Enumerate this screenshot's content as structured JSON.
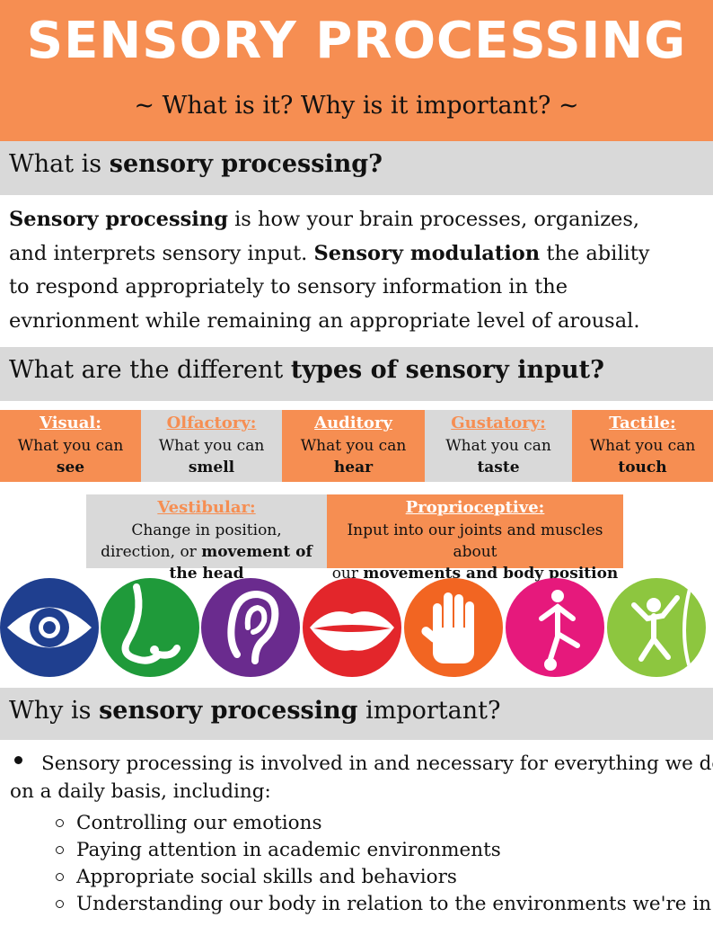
{
  "header": {
    "title": "SENSORY PROCESSING",
    "subtitle": "~ What is it? Why is it important? ~"
  },
  "section1": {
    "heading_plain": "What is ",
    "heading_bold": "sensory processing?"
  },
  "definition": {
    "line1_bold": "Sensory processing",
    "line1_rest": " is how your brain processes, organizes,",
    "line2_plain": "and interprets sensory input. ",
    "line2_bold": "Sensory modulation",
    "line2_rest": " the ability",
    "line3": "to respond appropriately to sensory information in the",
    "line4": "evnrionment while remaining an appropriate level of arousal."
  },
  "section2": {
    "heading_plain": "What are the different ",
    "heading_bold": "types of sensory input?"
  },
  "types": [
    {
      "title": "Visual:",
      "desc": "What you can",
      "strong": "see"
    },
    {
      "title": "Olfactory:",
      "desc": "What you can",
      "strong": "smell"
    },
    {
      "title": "Auditory",
      "desc": "What you can",
      "strong": "hear"
    },
    {
      "title": "Gustatory:",
      "desc": "What you can",
      "strong": "taste"
    },
    {
      "title": "Tactile:",
      "desc": "What you can",
      "strong": "touch"
    }
  ],
  "vestibular": {
    "title": "Vestibular:",
    "line1": "Change in position,",
    "line2_plain": "direction, or ",
    "line2_bold": "movement of",
    "line3_bold": "the head"
  },
  "proprioceptive": {
    "title": "Proprioceptive:",
    "line1": "Input into our joints and muscles about",
    "line2_plain": "our ",
    "line2_bold": "movements and body position"
  },
  "icons": [
    {
      "name": "eye-icon",
      "color": "#1f3f8f"
    },
    {
      "name": "nose-icon",
      "color": "#1f9a3a"
    },
    {
      "name": "ear-icon",
      "color": "#6a2b8e"
    },
    {
      "name": "lips-icon",
      "color": "#e3262b"
    },
    {
      "name": "hand-icon",
      "color": "#f26522"
    },
    {
      "name": "balance-figure-icon",
      "color": "#e6197c"
    },
    {
      "name": "climber-icon",
      "color": "#8dc63f"
    }
  ],
  "section3": {
    "heading_plain1": "Why is ",
    "heading_bold": "sensory processing",
    "heading_plain2": " important?"
  },
  "importance": {
    "main_line1": "Sensory processing is involved in and necessary for everything we do",
    "main_line2": "on a daily basis, including:",
    "subs": [
      "Controlling our emotions",
      "Paying attention in academic environments",
      "Appropriate social skills and behaviors",
      "Understanding our body in relation to the environments we're in"
    ]
  },
  "colors": {
    "accent_orange": "#f68e52",
    "bar_grey": "#d9d9d9"
  }
}
